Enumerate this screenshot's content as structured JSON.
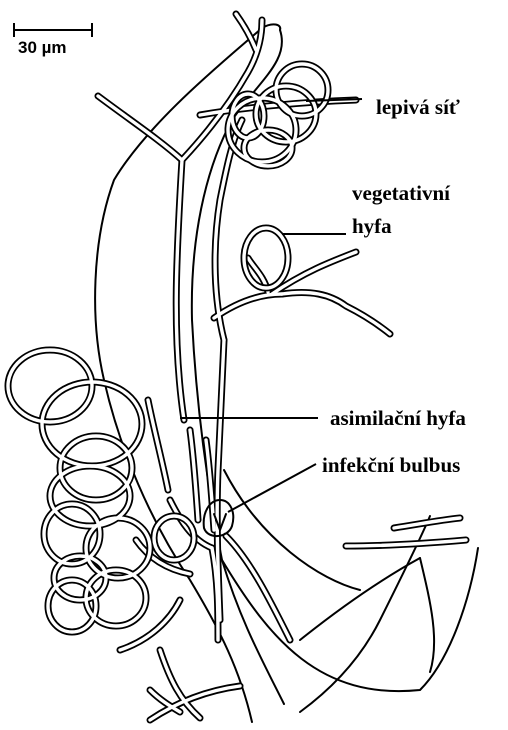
{
  "scale_bar": {
    "label": "30 µm"
  },
  "labels": {
    "sticky_net": "lepivá síť",
    "vegetative_hypha_line1": "vegetativní",
    "vegetative_hypha_line2": "hyfa",
    "assimilation_hypha": "asimilační hyfa",
    "infection_bulb": "infekční bulbus"
  }
}
